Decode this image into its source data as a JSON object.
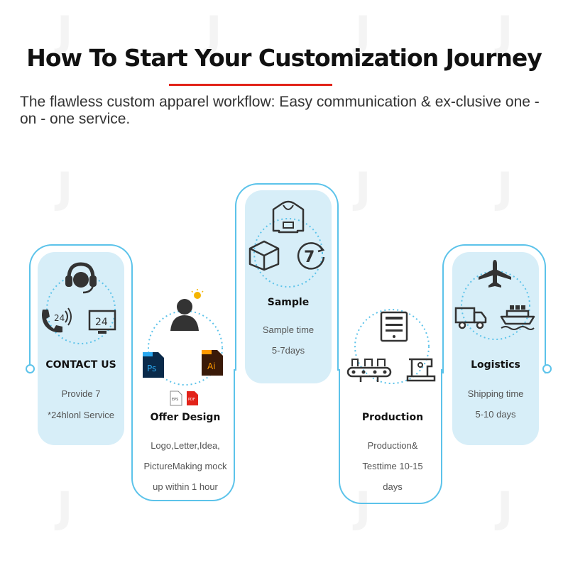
{
  "header": {
    "title": "How To Start Your Customization Journey",
    "subtitle": "The flawless custom apparel workflow: Easy communication & ex-clusive one - on - one service."
  },
  "colors": {
    "accent_red": "#e2231a",
    "frame_blue": "#5cc3ea",
    "card_blue": "#d7eef8",
    "icon_dark": "#333333"
  },
  "steps": [
    {
      "title": "CONTACT US",
      "desc": [
        "Provide 7",
        "*24hlonl Service"
      ],
      "icons": [
        "headset-icon",
        "phone-24-icon",
        "monitor-24-icon"
      ],
      "badge_24": "24"
    },
    {
      "title": "Offer Design",
      "desc": [
        "Logo,Letter,Idea,",
        "PictureMaking mock",
        "up within 1 hour"
      ],
      "icons": [
        "designer-idea-icon",
        "photoshop-file-icon",
        "illustrator-file-icon",
        "eps-file-icon",
        "pdf-file-icon"
      ],
      "ps": "Ps",
      "ai": "Ai",
      "eps": "EPS",
      "pdf": "PDF"
    },
    {
      "title": "Sample",
      "desc": [
        "Sample time",
        "5-7days"
      ],
      "icons": [
        "hoodie-icon",
        "box-icon",
        "seven-days-icon"
      ],
      "badge_7": "7"
    },
    {
      "title": "Production",
      "desc": [
        "Production&",
        "Testtime 10-15",
        "days"
      ],
      "icons": [
        "control-panel-icon",
        "conveyor-icon",
        "sewing-machine-icon"
      ]
    },
    {
      "title": "Logistics",
      "desc": [
        "Shipping time",
        "5-10 days"
      ],
      "icons": [
        "airplane-icon",
        "truck-icon",
        "ship-icon"
      ]
    }
  ]
}
